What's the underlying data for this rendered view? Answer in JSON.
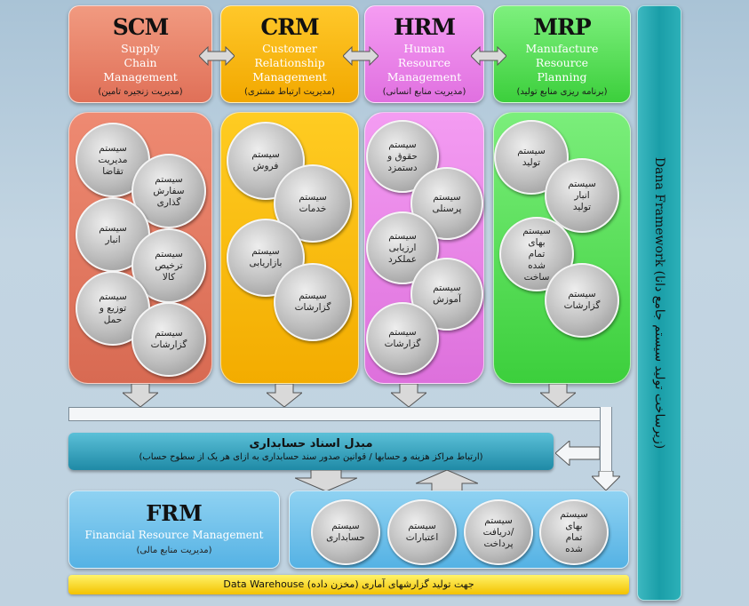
{
  "modules": {
    "scm": {
      "acr": "SCM",
      "en": [
        "Supply",
        "Chain",
        "Management"
      ],
      "fa": "(مدیریت زنجیره تامین)",
      "color": "#e8826a",
      "circles": [
        "سیستم\nمدیریت\nتقاضا",
        "سیستم\nسفارش\nگذاری",
        "سیستم\nانبار",
        "سیستم\nترخیص\nکالا",
        "سیستم\nتوزیع و\nحمل",
        "سیستم\nگزارشات"
      ]
    },
    "crm": {
      "acr": "CRM",
      "en": [
        "Customer",
        "Relationship",
        "Management"
      ],
      "fa": "(مدیریت ارتباط مشتری)",
      "color": "#f7b400",
      "circles": [
        "سیستم\nفروش",
        "سیستم\nخدمات",
        "سیستم\nبازاریابی",
        "سیستم\nگزارشات"
      ]
    },
    "hrm": {
      "acr": "HRM",
      "en": [
        "Human",
        "Resource",
        "Management"
      ],
      "fa": "(مدیریت منابع انسانی)",
      "color": "#ee82ee",
      "circles": [
        "سیستم\nحقوق و\nدستمزد",
        "سیستم\nپرسنلی",
        "سیستم\nارزیابی\nعملکرد",
        "سیستم\nآموزش",
        "سیستم\nگزارشات"
      ]
    },
    "mrp": {
      "acr": "MRP",
      "en": [
        "Manufacture",
        "Resource",
        "Planning"
      ],
      "fa": "(برنامه ریزی منابع تولید)",
      "color": "#5ee05e",
      "circles": [
        "سیستم\nتولید",
        "سیستم\nانبار\nتولید",
        "سیستم\nبهای\nتمام\nشده\nساخت",
        "سیستم\nگزارشات"
      ]
    }
  },
  "accounting": {
    "title": "مبدل اسناد حسابداری",
    "subtitle": "(ارتباط مراکز هزینه و حسابها / قوانین صدور سند حسابداری به ازای هر یک از سطوح حساب)"
  },
  "frm": {
    "acr": "FRM",
    "en": "Financial Resource Management",
    "fa": "(مدیریت منابع مالی)"
  },
  "finance_circles": [
    "سیستم\nحسابداری",
    "سیستم\nاعتبارات",
    "سیستم\nدریافت/\nپرداخت",
    "سیستم\nبهای\nتمام\nشده"
  ],
  "warehouse": "Data Warehouse  (مخزن داده)  جهت تولید گزارشهای آماری",
  "framework": "Dana Framework  (زیرساخت تولید سیستم جامع دانا)"
}
